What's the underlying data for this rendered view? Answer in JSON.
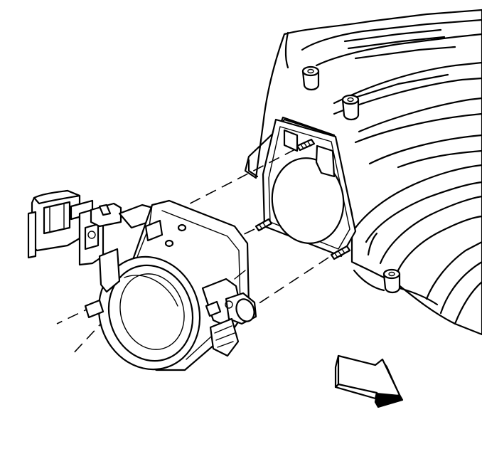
{
  "diagram": {
    "parts": [
      {
        "name": "intake-manifold",
        "label": ""
      },
      {
        "name": "throttle-body-gasket",
        "label": ""
      },
      {
        "name": "throttle-body",
        "label": ""
      },
      {
        "name": "mounting-bolts",
        "label": ""
      }
    ],
    "icons": [
      "view-direction-arrow-icon"
    ],
    "line_color": "#000000",
    "background": "#ffffff"
  }
}
